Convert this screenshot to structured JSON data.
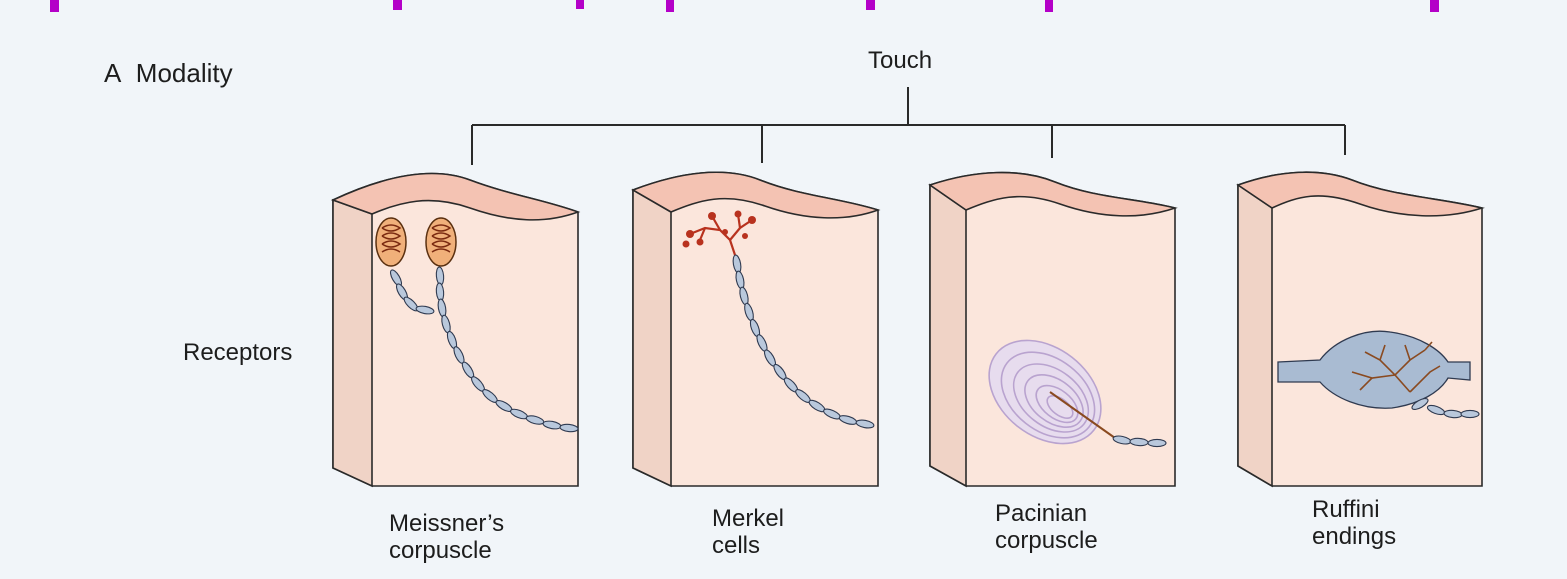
{
  "panel": {
    "letter": "A",
    "title": "Modality"
  },
  "root_label": "Touch",
  "row_label": "Receptors",
  "receptors": [
    {
      "line1": "Meissner’s",
      "line2": "corpuscle"
    },
    {
      "line1": "Merkel",
      "line2": "cells"
    },
    {
      "line1": "Pacinian",
      "line2": "corpuscle"
    },
    {
      "line1": "Ruffini",
      "line2": "endings"
    }
  ],
  "colors": {
    "skin_top": "#f4c3b3",
    "skin_front": "#fbe6dc",
    "skin_side": "#f0d3c6",
    "nerve_bead": "#b9c8dc",
    "meissner": "#f0b07a",
    "merkel": "#b8321e",
    "pacinian": "#b9a3cf",
    "ruffini": "#a9bbd2",
    "tree_line": "#2a2a2a",
    "top_banner": "#b400c8"
  }
}
